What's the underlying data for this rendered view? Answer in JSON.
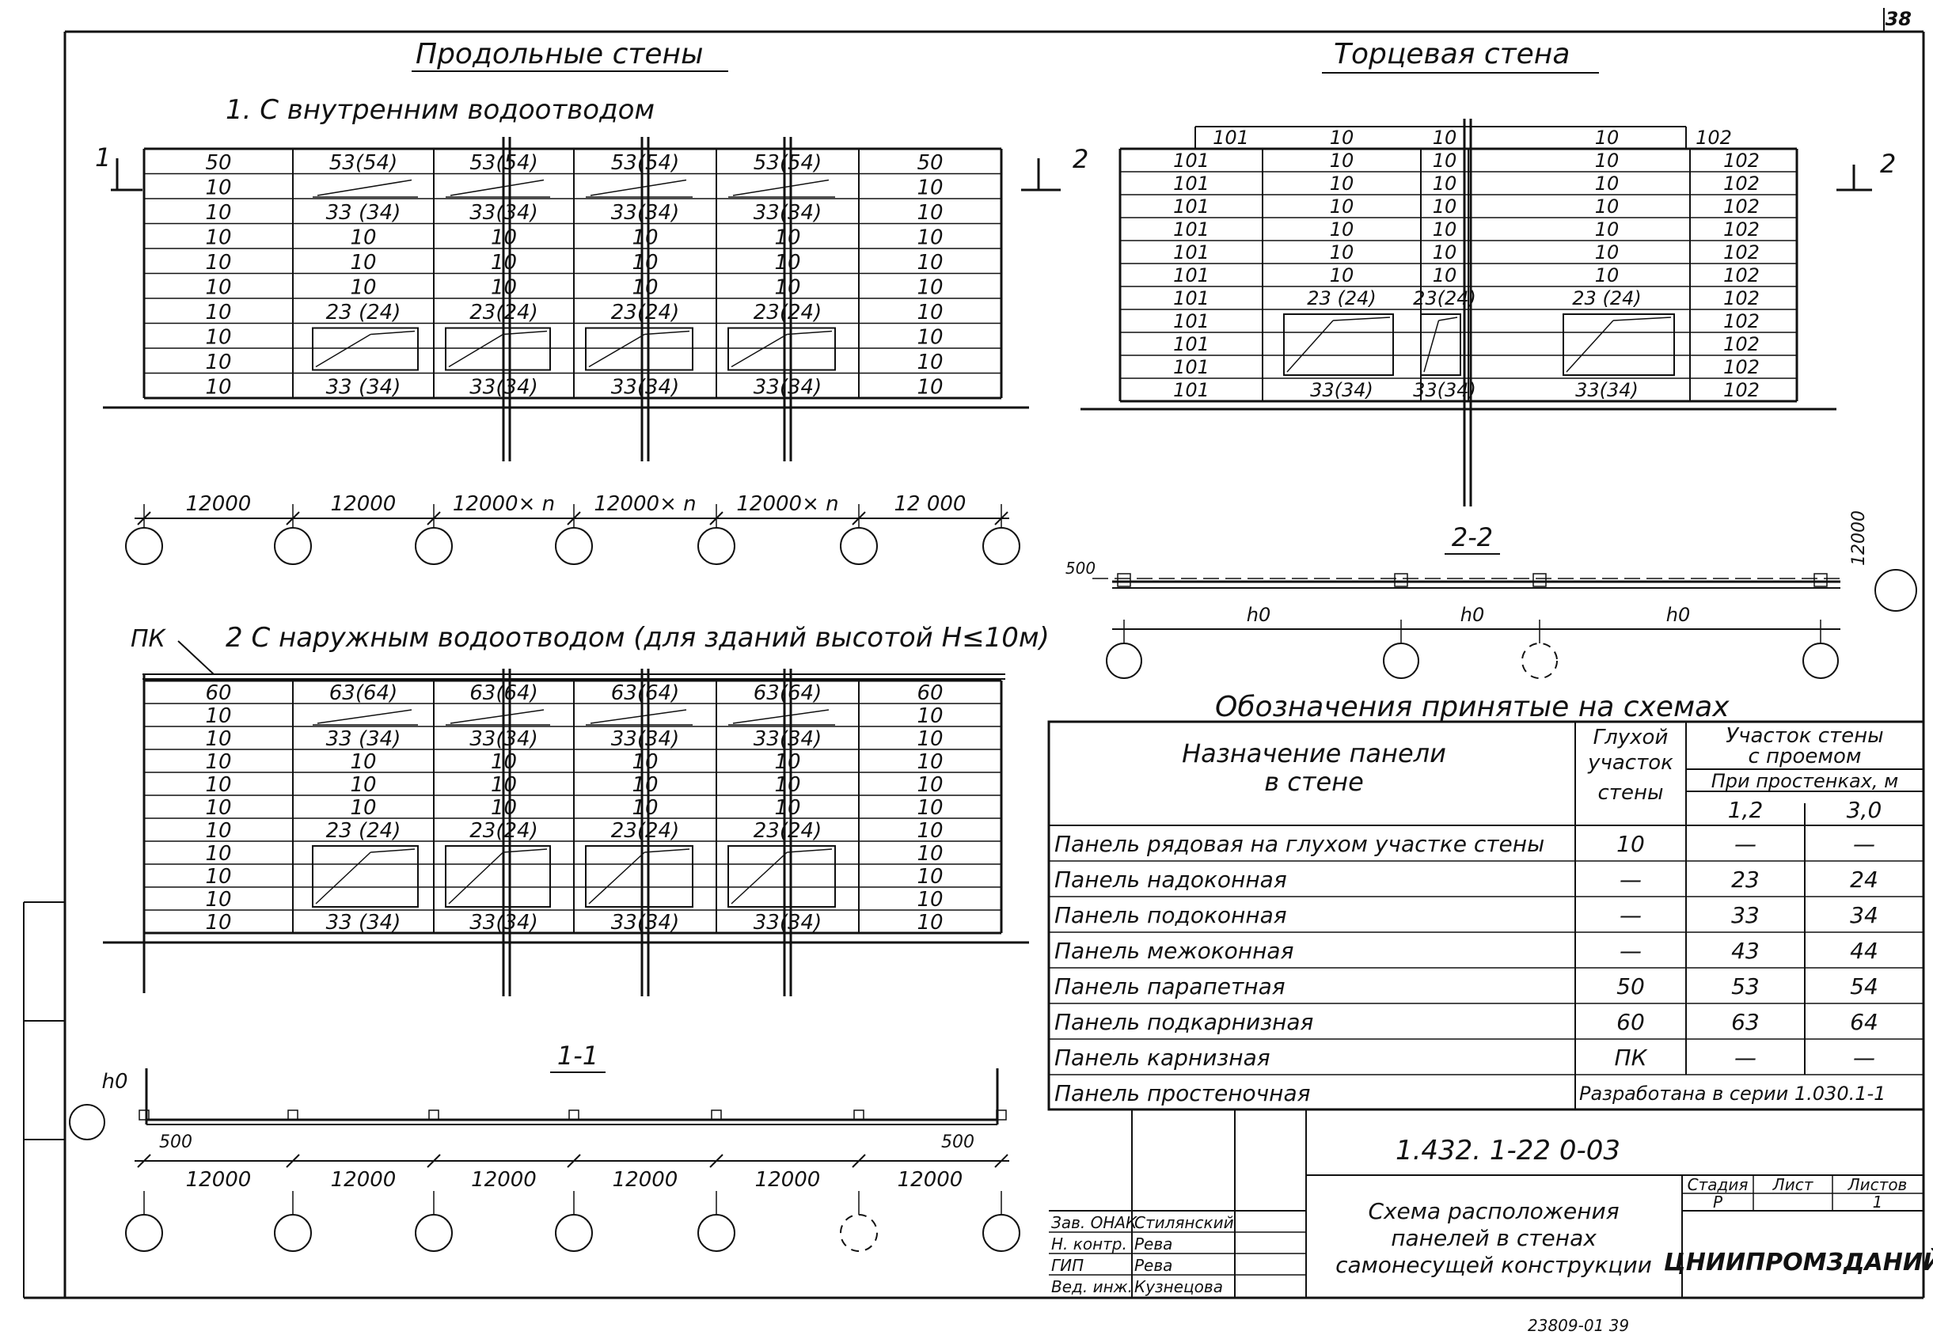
{
  "sheet_number": "38",
  "stamp_bottom": "23809-01   39",
  "longitudinal": {
    "title": "Продольные стены",
    "subtitle1": "1. С внутренним водоотводом",
    "subtitle2": "2  С наружным водоотводом (для зданий высотой H≤10м)",
    "pk_label": "ПК",
    "section_marker": "1",
    "wall1": {
      "columns": [
        [
          "50",
          "10",
          "10",
          "10",
          "10",
          "10",
          "10",
          "10",
          "10",
          "10"
        ],
        [
          "53(54)",
          "",
          "33 (34)",
          "10",
          "10",
          "10",
          "23 (24)",
          "",
          "",
          "33 (34)"
        ],
        [
          "53(54)",
          "",
          "33(34)",
          "10",
          "10",
          "10",
          "23(24)",
          "",
          "",
          "33(34)"
        ],
        [
          "53(54)",
          "",
          "33(34)",
          "10",
          "10",
          "10",
          "23(24)",
          "",
          "",
          "33(34)"
        ],
        [
          "53(54)",
          "",
          "33(34)",
          "10",
          "10",
          "10",
          "23(24)",
          "",
          "",
          "33(34)"
        ],
        [
          "50",
          "10",
          "10",
          "10",
          "10",
          "10",
          "10",
          "10",
          "10",
          "10"
        ]
      ]
    },
    "wall2": {
      "columns": [
        [
          "60",
          "10",
          "10",
          "10",
          "10",
          "10",
          "10",
          "10",
          "10",
          "10",
          "10"
        ],
        [
          "63(64)",
          "",
          "33 (34)",
          "10",
          "10",
          "10",
          "23 (24)",
          "",
          "",
          "",
          "33 (34)"
        ],
        [
          "63(64)",
          "",
          "33(34)",
          "10",
          "10",
          "10",
          "23(24)",
          "",
          "",
          "",
          "33(34)"
        ],
        [
          "63(64)",
          "",
          "33(34)",
          "10",
          "10",
          "10",
          "23(24)",
          "",
          "",
          "",
          "33(34)"
        ],
        [
          "63(64)",
          "",
          "33(34)",
          "10",
          "10",
          "10",
          "23(24)",
          "",
          "",
          "",
          "33(34)"
        ],
        [
          "60",
          "10",
          "10",
          "10",
          "10",
          "10",
          "10",
          "10",
          "10",
          "10",
          "10"
        ]
      ]
    },
    "dims": [
      "12000",
      "12000",
      "12000× n",
      "12000× n",
      "12000× n",
      "12 000"
    ],
    "section_title": "1-1",
    "section_dims": [
      "12000",
      "12000",
      "12000",
      "12000",
      "12000",
      "12000"
    ],
    "section_offset": "500",
    "section_offset_right": "500",
    "h0": "h0"
  },
  "end_wall": {
    "title": "Торцевая стена",
    "section_marker": "2",
    "top_row": [
      "101",
      "10",
      "10",
      "10",
      "102"
    ],
    "rows": [
      [
        "101",
        "10",
        "10",
        "10",
        "102"
      ],
      [
        "101",
        "10",
        "10",
        "10",
        "102"
      ],
      [
        "101",
        "10",
        "10",
        "10",
        "102"
      ],
      [
        "101",
        "10",
        "10",
        "10",
        "102"
      ],
      [
        "101",
        "10",
        "10",
        "10",
        "102"
      ],
      [
        "101",
        "10",
        "10",
        "10",
        "102"
      ],
      [
        "101",
        "23 (24)",
        "23(24)",
        "23 (24)",
        "102"
      ],
      [
        "101",
        "",
        "",
        "",
        "102"
      ],
      [
        "101",
        "",
        "",
        "",
        "102"
      ],
      [
        "101",
        "",
        "",
        "",
        "102"
      ],
      [
        "101",
        "33(34)",
        "33(34)",
        "33(34)",
        "102"
      ]
    ],
    "section_title": "2-2",
    "h0_label": "h0",
    "dim_vertical": "12000",
    "dim_500": "500"
  },
  "legend": {
    "title": "Обозначения принятые на схемах",
    "head_purpose": [
      "Назначение панели",
      "в стене"
    ],
    "head_blind": [
      "Глухой",
      "участок",
      "стены"
    ],
    "head_opening": [
      "Участок стены",
      "с проемом"
    ],
    "head_piers": "При простенках, м",
    "head_12": "1,2",
    "head_30": "3,0",
    "rows": [
      {
        "name": "Панель рядовая на глухом участке стены",
        "blind": "10",
        "w12": "—",
        "w30": "—"
      },
      {
        "name": "Панель надоконная",
        "blind": "—",
        "w12": "23",
        "w30": "24"
      },
      {
        "name": "Панель подоконная",
        "blind": "—",
        "w12": "33",
        "w30": "34"
      },
      {
        "name": "Панель межоконная",
        "blind": "—",
        "w12": "43",
        "w30": "44"
      },
      {
        "name": "Панель парапетная",
        "blind": "50",
        "w12": "53",
        "w30": "54"
      },
      {
        "name": "Панель подкарнизная",
        "blind": "60",
        "w12": "63",
        "w30": "64"
      },
      {
        "name": "Панель карнизная",
        "blind": "ПК",
        "w12": "—",
        "w30": "—"
      },
      {
        "name": "Панель простеночная",
        "blind": "",
        "w12": "",
        "w30": ""
      }
    ],
    "last_note": "Разработана в серии 1.030.1-1"
  },
  "title_block": {
    "code": "1.432. 1-22 0-03",
    "description": [
      "Схема расположения",
      "панелей в стенах",
      "самонесущей конструкции"
    ],
    "stage_label": "Стадия",
    "sheet_label": "Лист",
    "sheets_label": "Листов",
    "stage": "Р",
    "sheet": "",
    "sheets": "1",
    "org": "ЦНИИПРОМЗДАНИЙ",
    "signers": [
      {
        "role": "Зав. ОНАК",
        "name": "Стилянский"
      },
      {
        "role": "Н. контр.",
        "name": "Рева"
      },
      {
        "role": "ГИП",
        "name": "Рева"
      },
      {
        "role": "Вед. инж.",
        "name": "Кузнецова"
      }
    ]
  }
}
